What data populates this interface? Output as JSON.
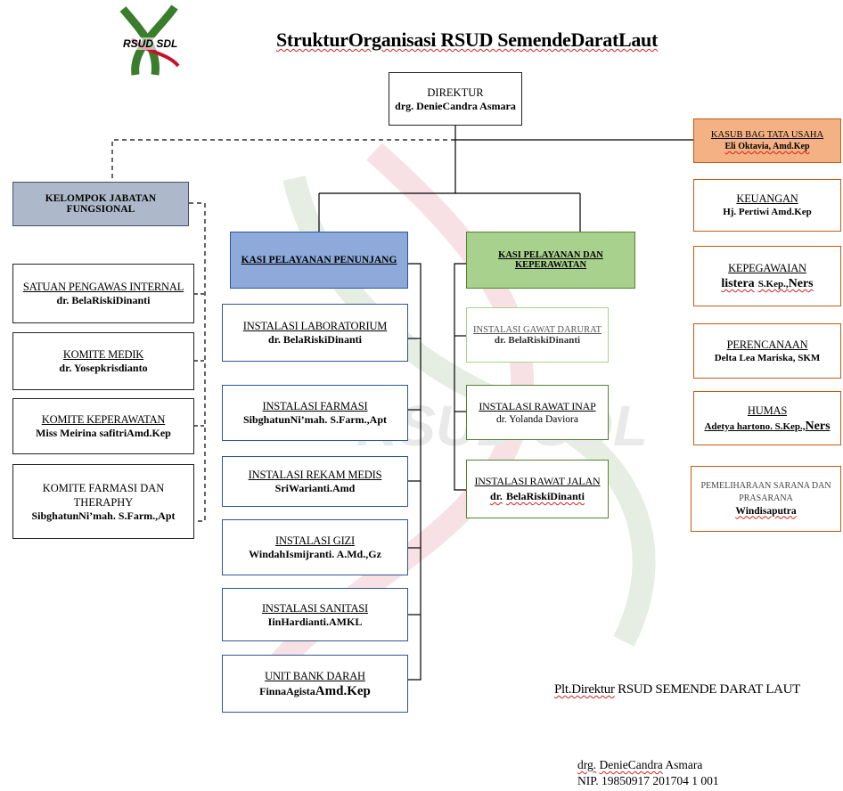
{
  "title": "StrukturOrganisasi RSUD SemendeDaratLaut",
  "logo_text": "RSUD SDL",
  "watermark_text": "RSUD SDL",
  "direktur": {
    "title": "DIREKTUR",
    "name": "drg. DenieCandra Asmara"
  },
  "kasubbag": {
    "title": "KASUB BAG TATA USAHA",
    "name": "Eli Oktavia, Amd.Kep"
  },
  "fungsional": {
    "title": "KELOMPOK JABATAN FUNGSIONAL"
  },
  "penunjang": {
    "title": "KASI PELAYANAN PENUNJANG"
  },
  "keperawatan": {
    "title": "KASI PELAYANAN DAN KEPERAWATAN"
  },
  "left_boxes": [
    {
      "title": "SATUAN PENGAWAS INTERNAL",
      "name": "dr. BelaRiskiDinanti"
    },
    {
      "title": "KOMITE MEDIK",
      "name": "dr. Yosepkrisdianto"
    },
    {
      "title": "KOMITE KEPERAWATAN",
      "name": "Miss Meirina safitriAmd.Kep"
    },
    {
      "title": "KOMITE FARMASI DAN THERAPHY",
      "name": "SibghatunNi’mah. S.Farm.,Apt"
    }
  ],
  "instalasi": [
    {
      "title": "INSTALASI LABORATORIUM",
      "name": "dr. BelaRiskiDinanti"
    },
    {
      "title": "INSTALASI FARMASI",
      "name": "SibghatunNi’mah. S.Farm.,Apt"
    },
    {
      "title": "INSTALASI REKAM MEDIS",
      "name": "SriWarianti.Amd"
    },
    {
      "title": "INSTALASI GIZI",
      "name": "WindahIsmijranti. A.Md.,Gz"
    },
    {
      "title": "INSTALASI SANITASI",
      "name": "IinHardianti.AMKL"
    },
    {
      "title": "UNIT BANK DARAH",
      "name_a": "FinnaAgista",
      "name_b": "Amd.Kep"
    }
  ],
  "perawatan": [
    {
      "title": "INSTALASI GAWAT DARURAT",
      "name": "dr. BelaRiskiDinanti"
    },
    {
      "title": "INSTALASI RAWAT INAP",
      "name": "dr. Yolanda Daviora"
    },
    {
      "title": "INSTALASI RAWAT JALAN",
      "name_a": "dr.",
      "name_b": "BelaRiskiDinanti"
    }
  ],
  "tata_usaha": [
    {
      "title": "KEUANGAN",
      "name": "Hj. Pertiwi Amd.Kep"
    },
    {
      "title": "KEPEGAWAIAN",
      "name_a": "listera",
      "name_b": "S.Kep.,",
      "name_c": "Ners"
    },
    {
      "title": "PERENCANAAN",
      "name": "Delta Lea Mariska, SKM"
    },
    {
      "title": "HUMAS",
      "name_a": "Adetya hartono. S.Kep.,",
      "name_b": "Ners"
    },
    {
      "title": "PEMELIHARAAN SARANA DAN PRASARANA",
      "name": "Windisaputra"
    }
  ],
  "signature": {
    "role_a": "Plt.Direktur",
    "role_b": "RSUD SEMENDE DARAT LAUT",
    "name_a": "drg.",
    "name_b": "DenieCandra",
    "name_c": "Asmara",
    "nip": "NIP. 19850917 201704 1 001"
  },
  "colors": {
    "fungsional_fill": "#adb9ca",
    "penunjang_fill": "#8eaadb",
    "keperawatan_fill": "#a9d18e",
    "kasubbag_fill": "#f4b183",
    "logo_green": "#3a7d2c",
    "logo_red": "#c8102e"
  }
}
